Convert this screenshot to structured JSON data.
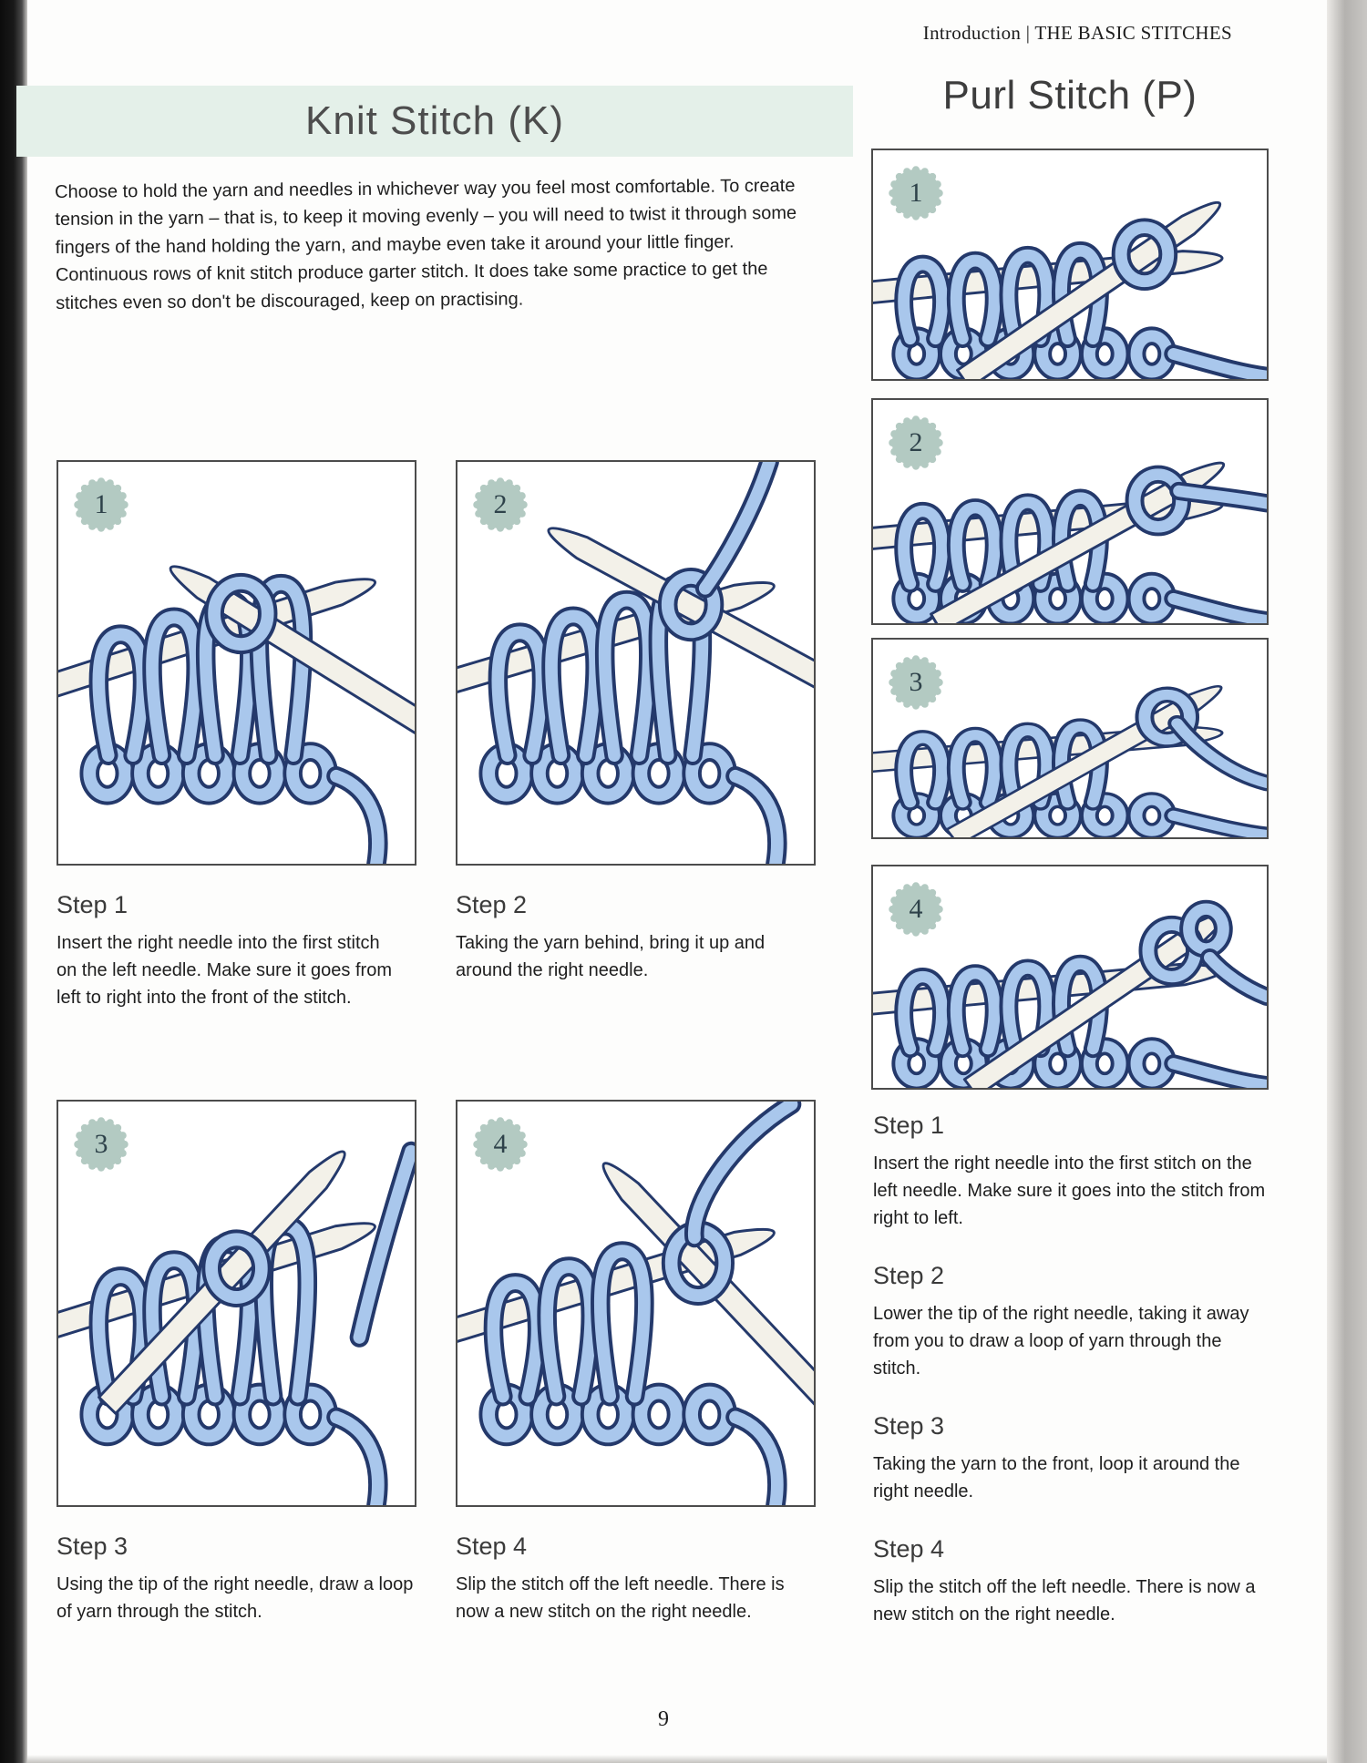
{
  "colors": {
    "mint": "#e4f0e9",
    "yarn": "#a9c7ec",
    "yarn_outline": "#24396b",
    "needle": "#f3f1e9",
    "badge": "#b3cac2"
  },
  "page": {
    "header": "Introduction | THE BASIC STITCHES",
    "page_number": "9"
  },
  "knit": {
    "title": "Knit Stitch (K)",
    "intro": "Choose to hold the yarn and needles in whichever way you feel most comfortable. To create tension in the yarn – that is, to keep it moving evenly – you will need to twist it through some fingers of the hand holding the yarn, and maybe even take it around your little finger. Continuous rows of knit stitch produce garter stitch. It does take some practice to get the stitches even so don't be discouraged, keep on practising.",
    "steps": [
      {
        "badge": "1",
        "label": "Step 1",
        "text": "Insert the right needle into the first stitch on the left needle. Make sure it goes from left to right into the front of the stitch."
      },
      {
        "badge": "2",
        "label": "Step 2",
        "text": "Taking the yarn behind, bring it up and around the right needle."
      },
      {
        "badge": "3",
        "label": "Step 3",
        "text": "Using the tip of the right needle, draw a loop of yarn through the stitch."
      },
      {
        "badge": "4",
        "label": "Step 4",
        "text": "Slip the stitch off the left needle. There is now a new stitch on the right needle."
      }
    ]
  },
  "purl": {
    "title": "Purl Stitch (P)",
    "steps": [
      {
        "badge": "1",
        "label": "Step 1",
        "text": "Insert the right needle into the first stitch on the left needle. Make sure it goes into the stitch from right to left."
      },
      {
        "badge": "2",
        "label": "Step 2",
        "text": "Lower the tip of the right needle, taking it away from you to draw a loop of yarn through the stitch."
      },
      {
        "badge": "3",
        "label": "Step 3",
        "text": "Taking the yarn to the front, loop it around the right needle."
      },
      {
        "badge": "4",
        "label": "Step 4",
        "text": "Slip the stitch off the left needle. There is now a new stitch on the right needle."
      }
    ]
  }
}
